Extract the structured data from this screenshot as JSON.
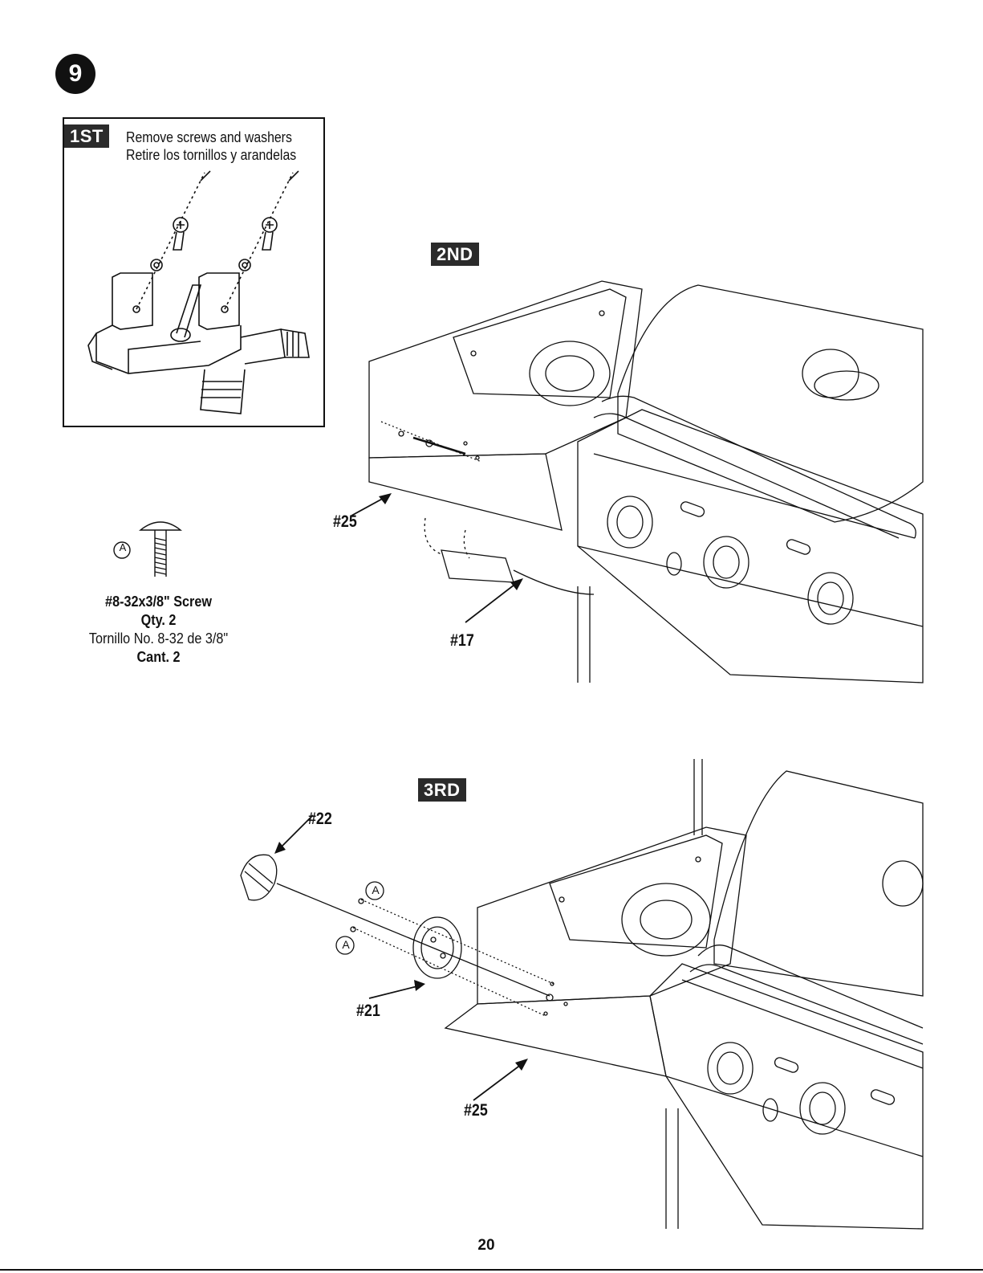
{
  "step": {
    "number": "9"
  },
  "panel_1st": {
    "tag": "1ST",
    "instruction_en": "Remove screws and washers",
    "instruction_es": "Retire los tornillos y arandelas"
  },
  "hardware": {
    "letter": "A",
    "name_en": "#8-32x3/8\" Screw",
    "qty_en": "Qty. 2",
    "name_es": "Tornillo No. 8-32 de 3/8\"",
    "qty_es": "Cant. 2"
  },
  "panel_2nd": {
    "tag": "2ND",
    "callouts": [
      "#25",
      "#17"
    ]
  },
  "panel_3rd": {
    "tag": "3RD",
    "callouts": [
      "#22",
      "#21",
      "#25"
    ],
    "hardware_refs": [
      "A",
      "A"
    ]
  },
  "page_number": "20"
}
